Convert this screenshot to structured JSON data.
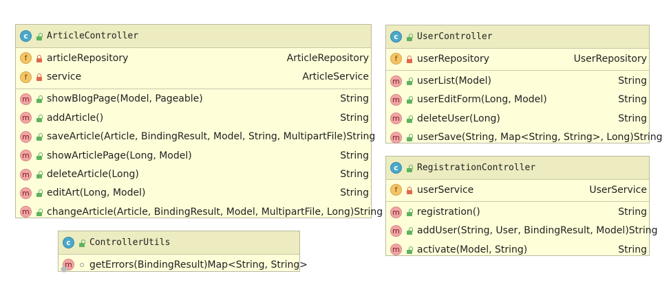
{
  "article_controller": {
    "name": "ArticleController",
    "fields": [
      {
        "name": "articleRepository",
        "type": "ArticleRepository"
      },
      {
        "name": "service",
        "type": "ArticleService"
      }
    ],
    "methods": [
      {
        "name": "showBlogPage(Model, Pageable)",
        "type": "String"
      },
      {
        "name": "addArticle()",
        "type": "String"
      },
      {
        "name": "saveArticle(Article, BindingResult, Model, String, MultipartFile)",
        "type": "String"
      },
      {
        "name": "showArticlePage(Long, Model)",
        "type": "String"
      },
      {
        "name": "deleteArticle(Long)",
        "type": "String"
      },
      {
        "name": "editArt(Long, Model)",
        "type": "String"
      },
      {
        "name": "changeArticle(Article, BindingResult, Model, MultipartFile, Long)",
        "type": "String"
      }
    ]
  },
  "user_controller": {
    "name": "UserController",
    "fields": [
      {
        "name": "userRepository",
        "type": "UserRepository"
      }
    ],
    "methods": [
      {
        "name": "userList(Model)",
        "type": "String"
      },
      {
        "name": "userEditForm(Long, Model)",
        "type": "String"
      },
      {
        "name": "deleteUser(Long)",
        "type": "String"
      },
      {
        "name": "userSave(String, Map<String, String>, Long)",
        "type": "String"
      }
    ]
  },
  "registration_controller": {
    "name": "RegistrationController",
    "fields": [
      {
        "name": "userService",
        "type": "UserService"
      }
    ],
    "methods": [
      {
        "name": "registration()",
        "type": "String"
      },
      {
        "name": "addUser(String, User, BindingResult, Model)",
        "type": "String"
      },
      {
        "name": "activate(Model, String)",
        "type": "String"
      }
    ]
  },
  "controller_utils": {
    "name": "ControllerUtils",
    "methods": [
      {
        "name": "getErrors(BindingResult)",
        "type": "Map<String, String>"
      }
    ]
  },
  "icons": {
    "class": "c",
    "field": "f",
    "method": "m"
  },
  "colors": {
    "class_body": "#fefed9",
    "class_header": "#ececc0",
    "class_icon": "#49a8c9",
    "field_icon": "#f4c467",
    "method_icon": "#f2a5a5",
    "public_lock": "#5fb25f",
    "private_lock": "#e0684d"
  }
}
